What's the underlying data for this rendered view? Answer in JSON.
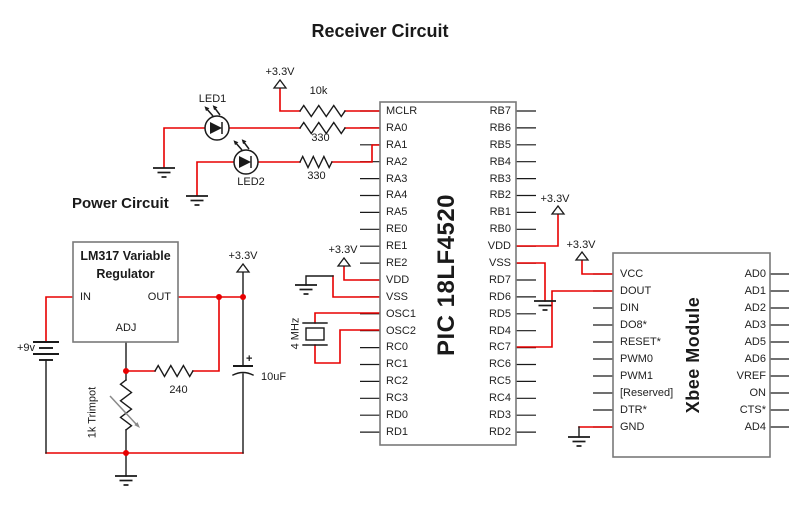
{
  "title": "Receiver Circuit",
  "supply_label": "+3.3V",
  "power": {
    "heading": "Power Circuit",
    "regulator_name_line1": "LM317 Variable",
    "regulator_name_line2": "Regulator",
    "pin_in": "IN",
    "pin_out": "OUT",
    "pin_adj": "ADJ",
    "battery_label": "+9v",
    "resistor_240": "240",
    "trimpot_label": "1k Trimpot",
    "capacitor_label": "10uF",
    "capacitor_polarity": "+"
  },
  "receiver": {
    "led1_label": "LED1",
    "led2_label": "LED2",
    "resistor_pullup": "10k",
    "resistor_led1": "330",
    "resistor_led2": "330",
    "crystal_label": "4 MHz"
  },
  "pic": {
    "name": "PIC 18LF4520",
    "left_pins": [
      "MCLR",
      "RA0",
      "RA1",
      "RA2",
      "RA3",
      "RA4",
      "RA5",
      "RE0",
      "RE1",
      "RE2",
      "VDD",
      "VSS",
      "OSC1",
      "OSC2",
      "RC0",
      "RC1",
      "RC2",
      "RC3",
      "RD0",
      "RD1"
    ],
    "right_pins": [
      "RB7",
      "RB6",
      "RB5",
      "RB4",
      "RB3",
      "RB2",
      "RB1",
      "RB0",
      "VDD",
      "VSS",
      "RD7",
      "RD6",
      "RD5",
      "RD4",
      "RC7",
      "RC6",
      "RC5",
      "RC4",
      "RD3",
      "RD2"
    ]
  },
  "xbee": {
    "name": "Xbee Module",
    "left_pins": [
      "VCC",
      "DOUT",
      "DIN",
      "DO8*",
      "RESET*",
      "PWM0",
      "PWM1",
      "[Reserved]",
      "DTR*",
      "GND"
    ],
    "right_pins": [
      "AD0",
      "AD1",
      "AD2",
      "AD3",
      "AD5",
      "AD6",
      "VREF",
      "ON",
      "CTS*",
      "AD4"
    ]
  },
  "colors": {
    "wire": "#e80000",
    "line": "#1a1a1a",
    "chip_border": "#7a7a7a",
    "trimpot_arrow": "#8a8a8a"
  }
}
